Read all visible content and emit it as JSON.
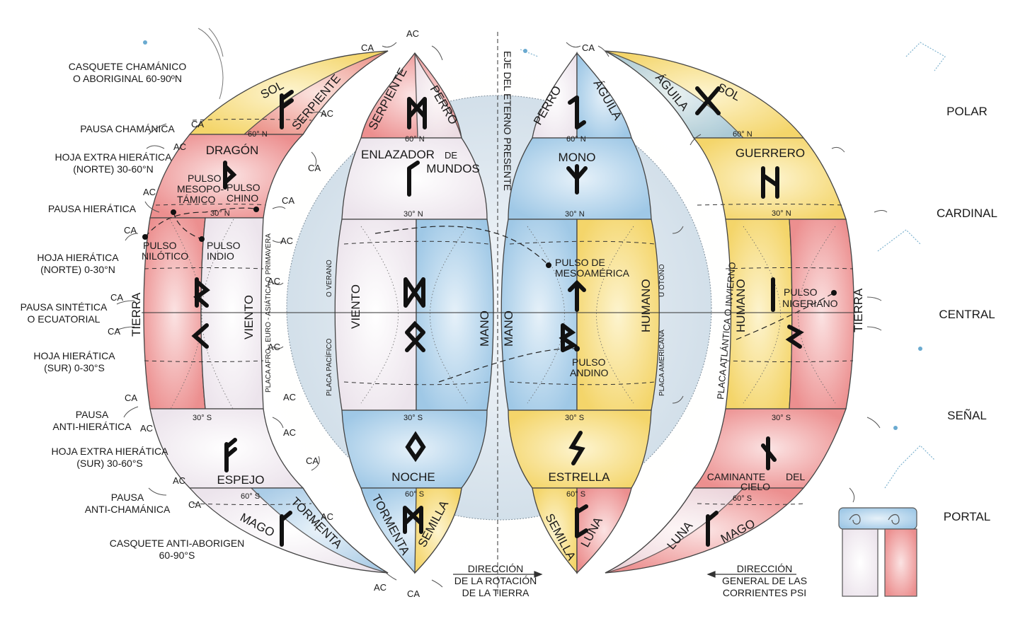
{
  "left_labels": [
    {
      "id": "casquete",
      "l1": "CASQUETE CHAMÁNICO",
      "l2": "O ABORIGINAL 60-90ºN"
    },
    {
      "id": "pausa-chamanica",
      "l1": "PAUSA CHAMÁNICA",
      "l2": ""
    },
    {
      "id": "hoja-extra-norte",
      "l1": "HOJA EXTRA HIERÁTICA",
      "l2": "(NORTE) 30-60°N"
    },
    {
      "id": "pausa-hieratica",
      "l1": "PAUSA HIERÁTICA",
      "l2": ""
    },
    {
      "id": "hoja-norte",
      "l1": "HOJA HIERÁTICA",
      "l2": "(NORTE) 0-30°N"
    },
    {
      "id": "pausa-sintetica",
      "l1": "PAUSA SINTÉTICA",
      "l2": "O ECUATORIAL"
    },
    {
      "id": "hoja-sur",
      "l1": "HOJA HIERÁTICA",
      "l2": "(SUR) 0-30°S"
    },
    {
      "id": "pausa-anti",
      "l1": "PAUSA",
      "l2": "ANTI-HIERÁTICA"
    },
    {
      "id": "hoja-extra-sur",
      "l1": "HOJA EXTRA HIERÁTICA",
      "l2": "(SUR) 30-60°S"
    },
    {
      "id": "pausa-anti-chamanica",
      "l1": "PAUSA",
      "l2": "ANTI-CHAMÁNICA"
    },
    {
      "id": "casquete-anti",
      "l1": "CASQUETE ANTI-ABORIGEN",
      "l2": "60-90°S"
    }
  ],
  "right_labels": [
    "POLAR",
    "CARDINAL",
    "CENTRAL",
    "SEÑAL",
    "PORTAL"
  ],
  "tribes": {
    "sol": "SOL",
    "serpiente": "SERPIENTE",
    "perro": "PERRO",
    "aguila": "ÁGUILA",
    "dragon": "DRAGÓN",
    "enlazador_1": "ENLAZADOR",
    "enlazador_de": "DE",
    "enlazador_2": "MUNDOS",
    "mono": "MONO",
    "guerrero": "GUERRERO",
    "tierra": "TIERRA",
    "viento": "VIENTO",
    "mano": "MANO",
    "humano": "HUMANO",
    "espejo": "ESPEJO",
    "noche": "NOCHE",
    "estrella": "ESTRELLA",
    "caminante_1": "CAMINANTE",
    "caminante_del": "DEL",
    "caminante_2": "CIELO",
    "tormenta": "TORMENTA",
    "semilla": "SEMILLA",
    "luna": "LUNA",
    "mago": "MAGO"
  },
  "pulses": {
    "meso_1": "PULSO",
    "meso_2": "MESOPO-",
    "meso_3": "TÁMICO",
    "chino_1": "PULSO",
    "chino_2": "CHINO",
    "nil_1": "PULSO",
    "nil_2": "NILÓTICO",
    "ind_1": "PULSO",
    "ind_2": "INDIO",
    "mam_1": "PULSO DE",
    "mam_2": "MESOAMÉRICA",
    "and_1": "PULSO",
    "and_2": "ANDINO",
    "nig_1": "PULSO",
    "nig_2": "NIGERIANO"
  },
  "plates": {
    "afro": "PLACA AFRO - EURO - ASIÁTICA O PRIMAVERA",
    "pac_1": "PLACA PACÍFICO",
    "pac_2": "O VERANO",
    "ame_1": "PLACA AMERICANA",
    "ame_2": "U OTOÑO",
    "atl": "PLACA ATLÁNTICA O INVIERNO"
  },
  "axis_label": "EJE DEL ETERNO PRESENTE",
  "latitudes": {
    "n60": "60° N",
    "n30": "30° N",
    "s30": "30° S",
    "s60": "60° S"
  },
  "flow_codes": {
    "ac": "AC",
    "ca": "CA"
  },
  "rotation": {
    "l1": "DIRECCIÓN",
    "l2": "DE LA ROTACIÓN",
    "l3": "DE LA TIERRA"
  },
  "currents": {
    "l1": "DIRECCIÓN",
    "l2": "GENERAL DE LAS",
    "l3": "CORRIENTES PSI"
  },
  "colors": {
    "red": "#ec8f8f",
    "yellow": "#f7dd7a",
    "blue": "#a9cfe8",
    "white": "#f7f1f4",
    "globe": "#dfe9f0"
  },
  "glyph_icons": [
    "rune-fehu-icon",
    "rune-mannaz-icon",
    "rune-algiz-icon",
    "rune-inguz-icon",
    "rune-hagalaz-icon"
  ]
}
